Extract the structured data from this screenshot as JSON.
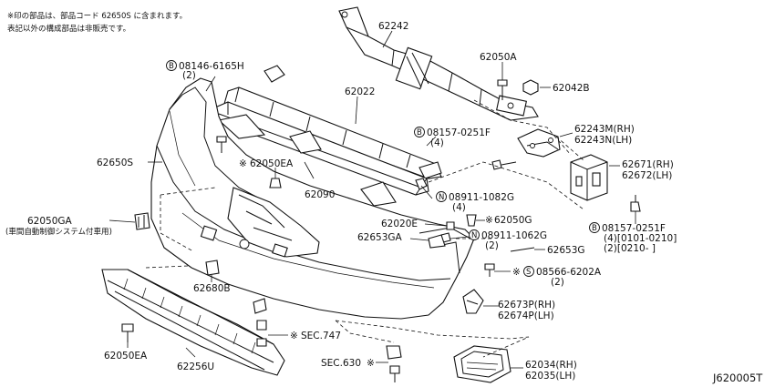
{
  "notes": {
    "line1": "※印の部品は、部品コード 62650S に含まれます。",
    "line2": "表記以外の構成部品は非販売です。"
  },
  "diagram_code": "J620005T",
  "callouts": {
    "c62242": "62242",
    "c62050A": "62050A",
    "c62042B": "62042B",
    "c08146": "08146-6165H",
    "c08146_qty": "(2)",
    "c62022": "62022",
    "c62243M": "62243M(RH)",
    "c62243N": "62243N(LH)",
    "c08157a": "08157-0251F",
    "c08157a_qty": "(4)",
    "c62650S": "62650S",
    "c62050EA_top": "62050EA",
    "c62671": "62671(RH)",
    "c62672": "62672(LH)",
    "c62090": "62090",
    "c08911a": "08911-1082G",
    "c08911a_qty": "(4)",
    "c62050GA": "62050GA",
    "c62050GA_note": "(車間自動制御システム付車用)",
    "c62020E": "62020E",
    "c62050G": "62050G",
    "c08157b": "08157-0251F",
    "c08157b_q1": "(4)[0101-0210]",
    "c08157b_q2": "(2)[0210-    ]",
    "c62653GA": "62653GA",
    "c08911b": "08911-1062G",
    "c08911b_qty": "(2)",
    "c62653G": "62653G",
    "c08566": "08566-6202A",
    "c08566_qty": "(2)",
    "c62680B": "62680B",
    "c62673P": "62673P(RH)",
    "c62674P": "62674P(LH)",
    "c62050EA_bot": "62050EA",
    "cSEC747": "SEC.747",
    "cSEC630": "SEC.630",
    "c62256U": "62256U",
    "c62034": "62034(RH)",
    "c62035": "62035(LH)"
  },
  "marks": {
    "asterisk": "※",
    "bolt_B": "B",
    "nut_N": "N",
    "screw_S": "S"
  }
}
